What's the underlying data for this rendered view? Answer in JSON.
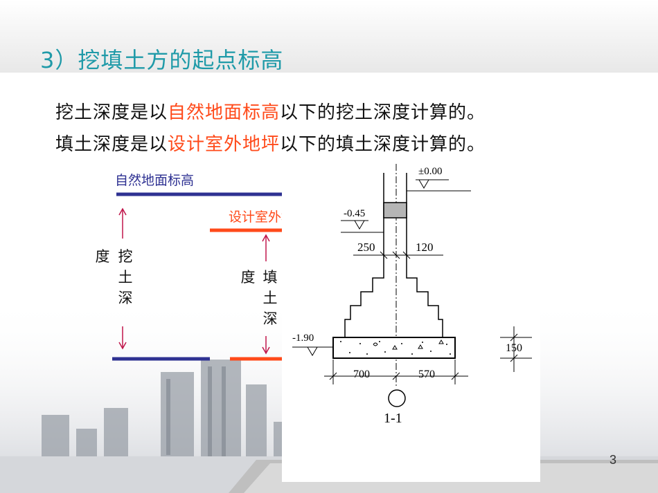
{
  "slide": {
    "title": "3）挖填土方的起点标高",
    "line1": {
      "a": "挖土深度是以",
      "b": "自然地面标高",
      "c": "以下的挖土深度计算的。"
    },
    "line2": {
      "a": "填土深度是以",
      "b": "设计室外地坪",
      "c": "以下的填土深度计算的。"
    },
    "page_number": "3"
  },
  "diagram": {
    "natural_ground_label": "自然地面标高",
    "design_floor_label": "设计室外地坪",
    "dig_depth_col1": "度",
    "dig_depth_col2": [
      "挖",
      "土",
      "深"
    ],
    "fill_depth_col1": "度",
    "fill_depth_col2": [
      "填",
      "土",
      "深"
    ]
  },
  "drawing": {
    "elev_top": "±0.00",
    "elev_mid": "-0.45",
    "elev_bottom": "-1.90",
    "dim_left_top": "250",
    "dim_right_top": "120",
    "dim_left_bottom": "700",
    "dim_right_bottom": "570",
    "dim_thickness": "150",
    "section_label": "1-1"
  },
  "colors": {
    "title": "#1f9aa8",
    "highlight": "#ff4a1a",
    "natural_line": "#2e3192",
    "design_line": "#ff4a1a",
    "arrow": "#c0154a"
  }
}
